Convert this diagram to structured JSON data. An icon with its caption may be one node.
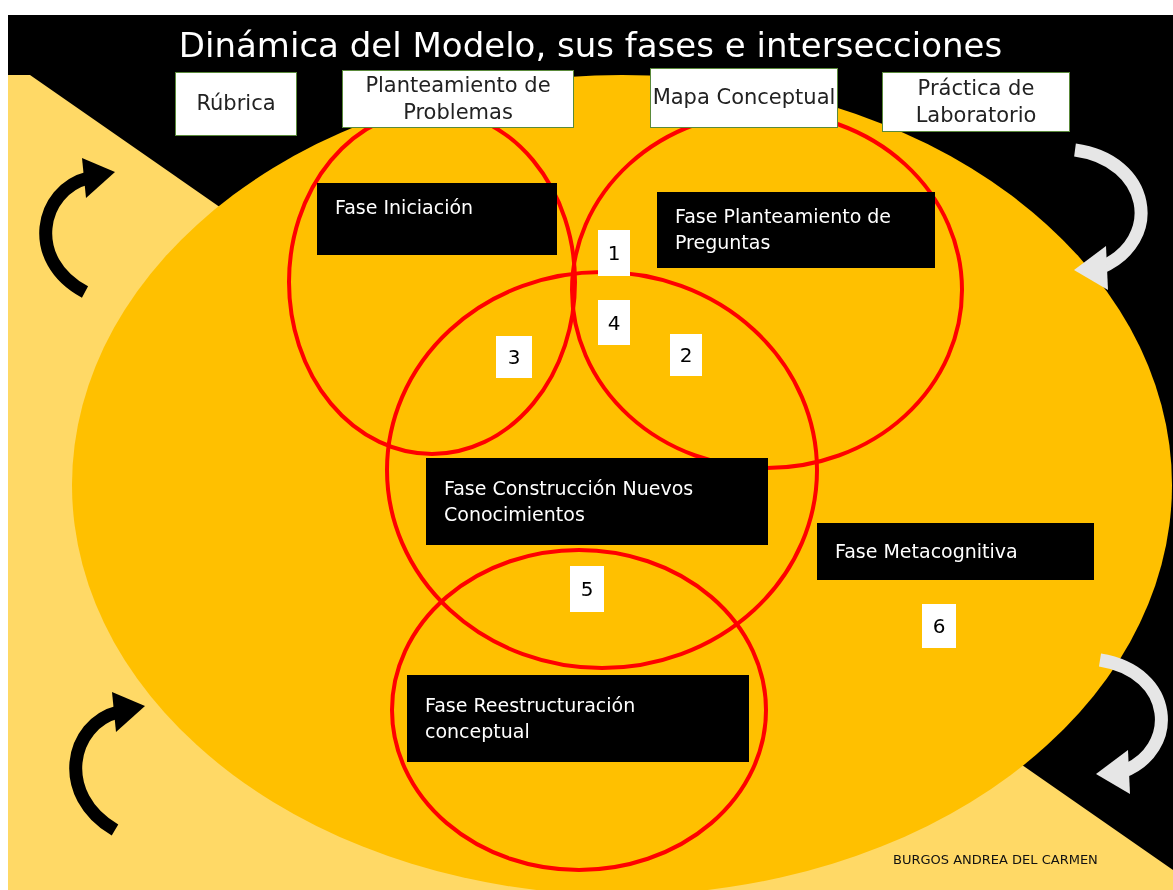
{
  "diagram": {
    "title": "Dinámica del Modelo, sus fases e intersecciones",
    "nodes": [
      {
        "text": [
          "Rúbrica"
        ]
      },
      {
        "text": [
          "Planteamiento de Problemas"
        ]
      },
      {
        "text": [
          "Mapa Conceptual"
        ]
      },
      {
        "text": [
          "Práctica de Laboratorio"
        ]
      },
      {
        "text": [
          "Fase Iniciación"
        ]
      },
      {
        "text": [
          "Fase Planteamiento de Preguntas"
        ]
      },
      {
        "text": [
          "1"
        ]
      },
      {
        "text": [
          "4"
        ]
      },
      {
        "text": [
          "3"
        ]
      },
      {
        "text": [
          "2"
        ]
      },
      {
        "text": [
          "Fase Construcción Nuevos Conocimientos"
        ]
      },
      {
        "text": [
          "Fase Metacognitiva"
        ]
      },
      {
        "text": [
          "5"
        ]
      },
      {
        "text": [
          "6"
        ]
      },
      {
        "text": [
          "Fase Reestructuración conceptual"
        ]
      }
    ],
    "labels": [
      "BURGOS ANDREA DEL CARMEN"
    ]
  }
}
